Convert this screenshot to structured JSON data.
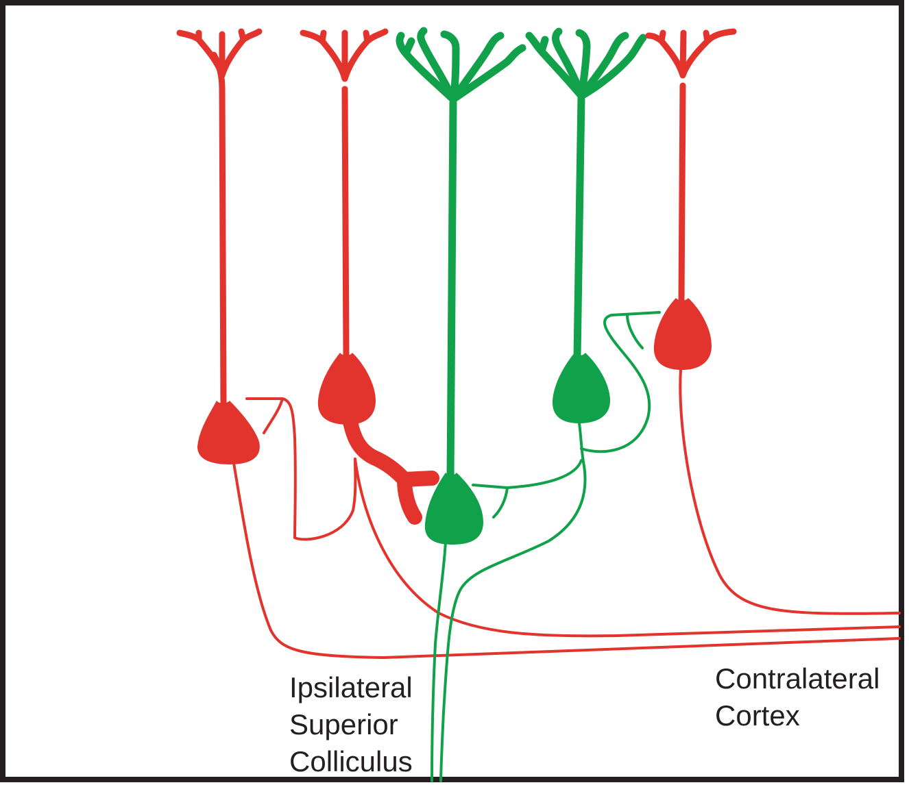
{
  "colors": {
    "projection_to_contralateral_cortex": "#e3332d",
    "projection_to_ipsilateral_superior_colliculus": "#12a14b",
    "frame": "#231f20",
    "background": "#ffffff"
  },
  "labels": {
    "ipsilateral_line1": "Ipsilateral",
    "ipsilateral_line2": "Superior",
    "ipsilateral_line3": "Colliculus",
    "contralateral_line1": "Contralateral",
    "contralateral_line2": "Cortex"
  },
  "neurons": [
    {
      "id": "neuron-1",
      "color": "red",
      "target": "contralateral cortex"
    },
    {
      "id": "neuron-2",
      "color": "red",
      "target": "contralateral cortex"
    },
    {
      "id": "neuron-3",
      "color": "green",
      "target": "ipsilateral superior colliculus"
    },
    {
      "id": "neuron-4",
      "color": "green",
      "target": "ipsilateral superior colliculus"
    },
    {
      "id": "neuron-5",
      "color": "red",
      "target": "contralateral cortex"
    }
  ]
}
